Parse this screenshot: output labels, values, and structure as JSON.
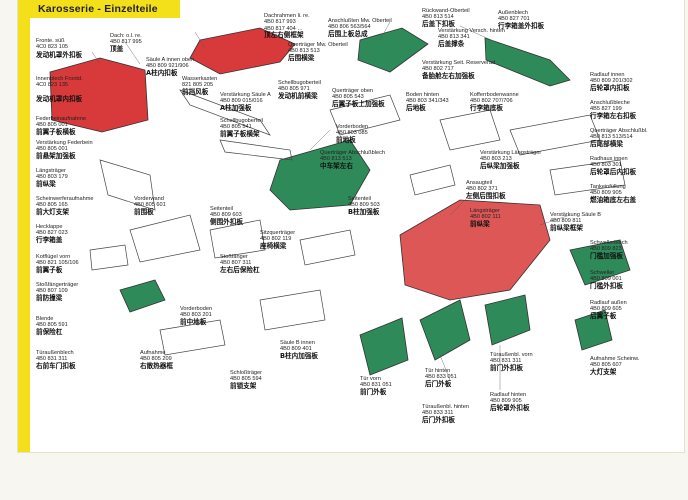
{
  "page_title": "Karosserie - Einzelteile",
  "colors": {
    "red": "#d8393a",
    "green": "#2f8a5a",
    "yellow": "#f3df1a"
  },
  "parts": [
    {
      "id": "p1",
      "de": "Fronte. süß\n4C0 823 105",
      "cn": "发动机罩外扣板"
    },
    {
      "id": "p2",
      "de": "Dach: o.l. re.\n4B0 817 995",
      "cn": "顶盖"
    },
    {
      "id": "p3",
      "de": "Dachrahmen li. re.\n4B0 817 993\n4B0 817 404 …",
      "cn": "顶左右侧框架"
    },
    {
      "id": "p4",
      "de": "Anschlußten Mw. Oberteil\n4B0 806 563/564",
      "cn": "后围上板总成"
    },
    {
      "id": "p5",
      "de": "Rückwand-Oberteil\n4B0 813 514",
      "cn": "后盖下扣板"
    },
    {
      "id": "p6",
      "de": "Außenblech\n4B0 827 701",
      "cn": "行李箱盖外扣板"
    },
    {
      "id": "p7",
      "de": "Querträger Mw. Oberteil\n4B0 813 513",
      "cn": "后围横梁"
    },
    {
      "id": "p8",
      "de": "Verstärkung Versch. hinten\n4B0 813 341",
      "cn": "后盖撑条"
    },
    {
      "id": "p9",
      "de": "Säule A innen oben\n4B0 809 921/906",
      "cn": "A柱内扣板"
    },
    {
      "id": "p10",
      "de": "Wasserkasten\n821 805 205",
      "cn": "前挡风板"
    },
    {
      "id": "p11",
      "de": "Innenblech Frontd.\n4C0 823 135",
      "cn": "发动机罩内扣板"
    },
    {
      "id": "p12",
      "de": "Verstärkung Säule A\n4B0 809 015/016",
      "cn": "A柱加强板"
    },
    {
      "id": "p13",
      "de": "Schellbugoberteil\n4B0 805 971",
      "cn": "发动机前横梁"
    },
    {
      "id": "p14",
      "de": "Querträger oben\n4B0 805 543",
      "cn": "后翼子板上加强板"
    },
    {
      "id": "p15",
      "de": "Verstärkung Seit. Reserverad\n4B0 802 717",
      "cn": "备胎舱左右加强板"
    },
    {
      "id": "p16",
      "de": "Radlauf innen\n4B0 809 201/302",
      "cn": "后轮罩内扣板"
    },
    {
      "id": "p17",
      "de": "Anschlußbleche\n4B5 827 199",
      "cn": "行李箱左右扣板"
    },
    {
      "id": "p18",
      "de": "Schellbugoberteil\n4B0 805 541",
      "cn": "前翼子板横架"
    },
    {
      "id": "p19",
      "de": "Vorderboden\n4B0 803 085",
      "cn": "前地板"
    },
    {
      "id": "p20",
      "de": "Boden hinten\n4B0 803 341/343",
      "cn": "后地板"
    },
    {
      "id": "p21",
      "de": "Kofferrbodenwanne\n4B0 802 707/706",
      "cn": "行李箱底板"
    },
    {
      "id": "p22",
      "de": "Querträger Abschlußbl.\n4B0 813 513/514",
      "cn": "后尾部横梁"
    },
    {
      "id": "p23",
      "de": "Federbeinaufnahme\n4B0 805 001",
      "cn": "前翼子板横板"
    },
    {
      "id": "p24",
      "de": "Verstärkung Federbein\n4B0 805 001",
      "cn": "前悬架加强板"
    },
    {
      "id": "p25",
      "de": "Verstärkung Längsträger\n4B0 803 213",
      "cn": "后纵梁加强板"
    },
    {
      "id": "p26",
      "de": "Querträger Abschlußblech\n4B0 813 513",
      "cn": "中车架左右"
    },
    {
      "id": "p27",
      "de": "Seitenteil\n4B0 809 603",
      "cn": "侧围外扣板"
    },
    {
      "id": "p28",
      "de": "Radhaus innen\n4B0 803 301",
      "cn": "后轮罩后内扣板"
    },
    {
      "id": "p29",
      "de": "Längsträger\n4B0 803 179",
      "cn": "前纵梁"
    },
    {
      "id": "p30",
      "de": "Tankeinfüllung\n4B0 809 905",
      "cn": "燃油箱底左右盖"
    },
    {
      "id": "p31",
      "de": "Ansaugteil\n4B0 802 371",
      "cn": "左侧后围扣板"
    },
    {
      "id": "p32",
      "de": "Scheinwerferaufnahme\n4B0 805 165",
      "cn": "前大灯支架"
    },
    {
      "id": "p33",
      "de": "Vorderwand\n4B0 805 601",
      "cn": "前围板"
    },
    {
      "id": "p34",
      "de": "Sitzquerträger\n4B0 802 119",
      "cn": "座椅横梁"
    },
    {
      "id": "p35",
      "de": "Seitenteil\n4B0 809 503",
      "cn": "B柱加强板"
    },
    {
      "id": "p36",
      "de": "Verstärkung Säule B\n4B0 809 811",
      "cn": "前纵梁框架"
    },
    {
      "id": "p37",
      "de": "Längsträger\n4B0 802 111",
      "cn": "前纵梁"
    },
    {
      "id": "p38",
      "de": "Hecklappe\n4B0 827 023",
      "cn": "行李箱盖"
    },
    {
      "id": "p39",
      "de": "Schwellerblech\n4B0 809 823",
      "cn": "门槛加强板"
    },
    {
      "id": "p40",
      "de": "Stoßfänger\n4B0 807 311",
      "cn": "左右后保险杠"
    },
    {
      "id": "p41",
      "de": "Kotflügel vorn\n4B0 821 105/106",
      "cn": "前翼子板"
    },
    {
      "id": "p42",
      "de": "Tür vorn\n4B0 831 051",
      "cn": "前门外板"
    },
    {
      "id": "p43",
      "de": "Tür hinten\n4B0 833 051",
      "cn": "后门外板"
    },
    {
      "id": "p44",
      "de": "Türaußenbl. vorn\n4B0 831 311",
      "cn": "前门外扣板"
    },
    {
      "id": "p45",
      "de": "Türaußenbl. hinten\n4B0 833 311",
      "cn": "后门外扣板"
    },
    {
      "id": "p46",
      "de": "Radlauf hinten\n4B0 809 905",
      "cn": "后轮罩外扣板"
    },
    {
      "id": "p47",
      "de": "Schweller\n4B0 809 001",
      "cn": "门槛外扣板"
    },
    {
      "id": "p48",
      "de": "Säule B innen\n4B0 809 401",
      "cn": "B柱内加强板"
    },
    {
      "id": "p49",
      "de": "Radlauf außen\n4B0 809 605",
      "cn": "后翼子板"
    },
    {
      "id": "p50",
      "de": "Aufnahme Scheinw.\n4B0 805 607",
      "cn": "大灯支架"
    },
    {
      "id": "p51",
      "de": "Stoßfängerträger\n4B0 807 109",
      "cn": "前防撞梁"
    },
    {
      "id": "p52",
      "de": "Blende\n4B0 805 591",
      "cn": "前保险杠"
    },
    {
      "id": "p53",
      "de": "Aufnahme\n4B0 805 209",
      "cn": "右散热器框"
    },
    {
      "id": "p54",
      "de": "Vorderboden\n4B0 803 201",
      "cn": "前中地板"
    },
    {
      "id": "p55",
      "de": "Schloßträger\n4B0 805 594",
      "cn": "前锁支架"
    },
    {
      "id": "p56",
      "de": "Türaußenblech\n4B0 831 311",
      "cn": "右前车门扣板"
    }
  ]
}
